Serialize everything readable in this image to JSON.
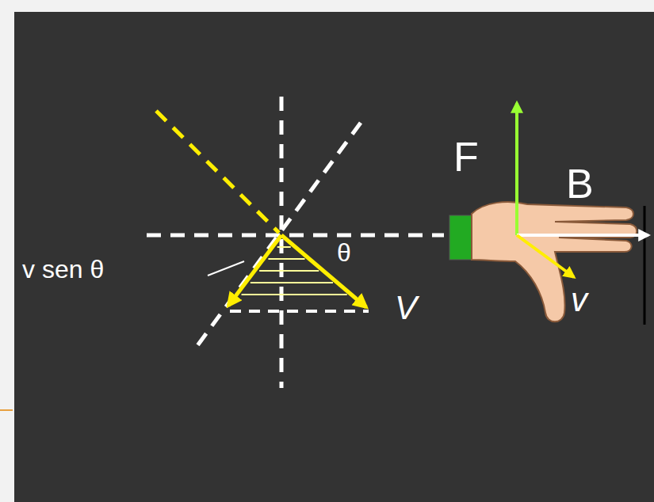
{
  "diagram": {
    "labels": [
      "v sen θ",
      "θ",
      "V",
      "F",
      "B",
      "v"
    ]
  }
}
